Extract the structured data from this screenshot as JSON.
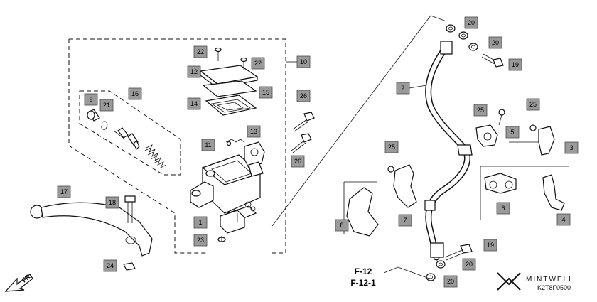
{
  "callouts": [
    {
      "id": "c1",
      "number": "1"
    },
    {
      "id": "c2",
      "number": "2"
    },
    {
      "id": "c3",
      "number": "3"
    },
    {
      "id": "c4",
      "number": "4"
    },
    {
      "id": "c5",
      "number": "5"
    },
    {
      "id": "c6",
      "number": "6"
    },
    {
      "id": "c7",
      "number": "7"
    },
    {
      "id": "c8",
      "number": "8"
    },
    {
      "id": "c9",
      "number": "9"
    },
    {
      "id": "c10",
      "number": "10"
    },
    {
      "id": "c11",
      "number": "11"
    },
    {
      "id": "c12",
      "number": "12"
    },
    {
      "id": "c13",
      "number": "13"
    },
    {
      "id": "c14",
      "number": "14"
    },
    {
      "id": "c15",
      "number": "15"
    },
    {
      "id": "c16",
      "number": "16"
    },
    {
      "id": "c17",
      "number": "17"
    },
    {
      "id": "c18",
      "number": "18"
    },
    {
      "id": "c19a",
      "number": "19"
    },
    {
      "id": "c19b",
      "number": "19"
    },
    {
      "id": "c20a",
      "number": "20"
    },
    {
      "id": "c20b",
      "number": "20"
    },
    {
      "id": "c20c",
      "number": "20"
    },
    {
      "id": "c20d",
      "number": "20"
    },
    {
      "id": "c21",
      "number": "21"
    },
    {
      "id": "c22a",
      "number": "22"
    },
    {
      "id": "c22b",
      "number": "22"
    },
    {
      "id": "c23",
      "number": "23"
    },
    {
      "id": "c24",
      "number": "24"
    },
    {
      "id": "c25a",
      "number": "25"
    },
    {
      "id": "c25b",
      "number": "25"
    },
    {
      "id": "c25c",
      "number": "25"
    },
    {
      "id": "c26a",
      "number": "26"
    },
    {
      "id": "c26b",
      "number": "26"
    }
  ],
  "references": {
    "line1": "F-12",
    "line2": "F-12-1"
  },
  "direction_label": "FR.",
  "brand": "MINTWELL",
  "diagram_code": "K2T8F0500"
}
